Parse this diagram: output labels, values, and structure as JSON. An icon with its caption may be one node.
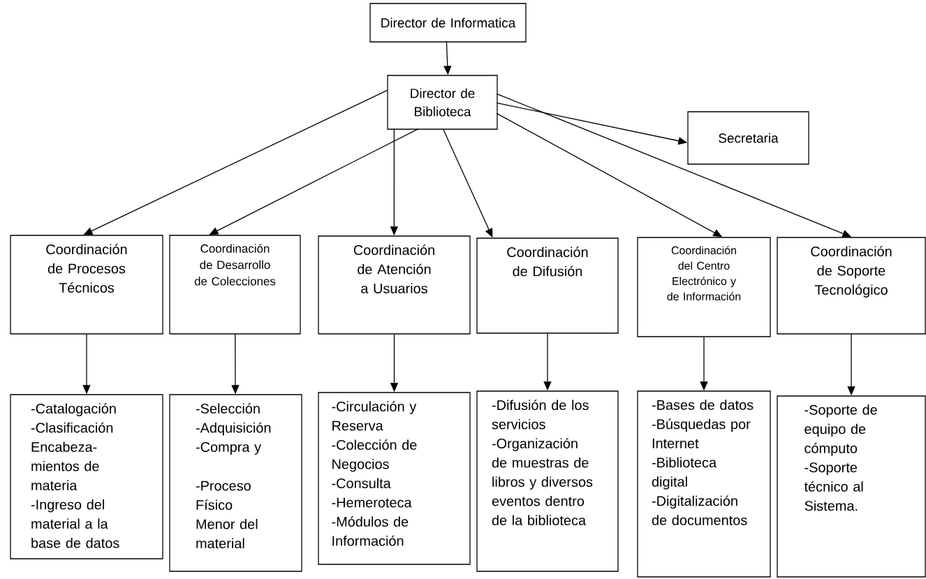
{
  "diagram": {
    "nodes": [
      {
        "text": [
          "Director de Informatica"
        ]
      },
      {
        "text": [
          "Director de Biblioteca"
        ]
      },
      {
        "text": [
          "Secretaria"
        ]
      },
      {
        "text": [
          "Coordinación de Procesos Técnicos"
        ]
      },
      {
        "text": [
          "Coordinación de Desarrollo de Colecciones"
        ]
      },
      {
        "text": [
          "Coordinación de Atención a Usuarios"
        ]
      },
      {
        "text": [
          "Coordinación de Difusión"
        ]
      },
      {
        "text": [
          "Coordinación del Centro Electrónico y de Información"
        ]
      },
      {
        "text": [
          "Coordinación de  Soporte Tecnológico"
        ]
      },
      {
        "text": [
          "-Catalogación",
          "-Clasificación",
          "Encabeza- mientos de materia",
          "-Ingreso del material a la base de datos"
        ]
      },
      {
        "text": [
          "-Selección",
          "-Adquisición",
          "-Compra  y",
          "-Proceso Físico Menor del material"
        ]
      },
      {
        "text": [
          "-Circulación y Reserva",
          "-Colección de Negocios",
          "-Consulta",
          "-Hemeroteca",
          "-Módulos de Información"
        ]
      },
      {
        "text": [
          "-Difusión de los servicios",
          "-Organización de muestras de libros y diversos eventos dentro de la biblioteca"
        ]
      },
      {
        "text": [
          "-Bases de datos",
          "-Búsquedas por Internet",
          "-Biblioteca digital",
          "-Digitalización de documentos"
        ]
      },
      {
        "text": [
          "-Soporte de equipo de cómputo",
          "-Soporte técnico al Sistema."
        ]
      }
    ],
    "edges": [
      {
        "from": 0,
        "to": 1,
        "arrow": "to"
      },
      {
        "from": 1,
        "to": 2,
        "arrow": "to"
      },
      {
        "from": 1,
        "to": 3,
        "arrow": "to"
      },
      {
        "from": 1,
        "to": 4,
        "arrow": "to"
      },
      {
        "from": 1,
        "to": 5,
        "arrow": "to"
      },
      {
        "from": 1,
        "to": 6,
        "arrow": "to"
      },
      {
        "from": 1,
        "to": 7,
        "arrow": "to"
      },
      {
        "from": 1,
        "to": 8,
        "arrow": "to"
      },
      {
        "from": 3,
        "to": 9,
        "arrow": "to"
      },
      {
        "from": 4,
        "to": 10,
        "arrow": "to"
      },
      {
        "from": 5,
        "to": 11,
        "arrow": "to"
      },
      {
        "from": 6,
        "to": 12,
        "arrow": "to"
      },
      {
        "from": 7,
        "to": 13,
        "arrow": "to"
      },
      {
        "from": 8,
        "to": 14,
        "arrow": "to"
      }
    ]
  }
}
